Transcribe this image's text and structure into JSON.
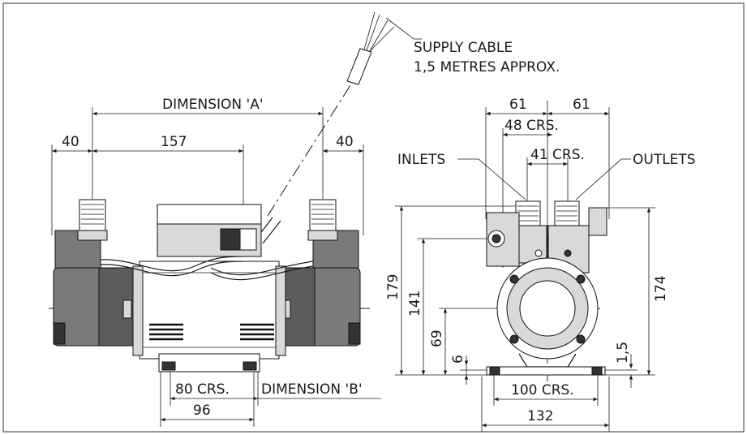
{
  "labels": {
    "supply_cable_line1": "SUPPLY CABLE",
    "supply_cable_line2": "1,5 METRES APPROX.",
    "dimension_a": "DIMENSION 'A'",
    "dimension_b": "DIMENSION 'B'",
    "inlets": "INLETS",
    "outlets": "OUTLETS"
  },
  "front_view": {
    "dim_left_40": "40",
    "dim_157": "157",
    "dim_right_40": "40",
    "dim_80_crs": "80 CRS.",
    "dim_96": "96"
  },
  "side_view": {
    "dim_61_left": "61",
    "dim_61_right": "61",
    "dim_48_crs": "48 CRS.",
    "dim_41_crs": "41 CRS.",
    "dim_179": "179",
    "dim_141": "141",
    "dim_69": "69",
    "dim_6": "6",
    "dim_174": "174",
    "dim_1_5": "1,5",
    "dim_100_crs": "100 CRS.",
    "dim_132": "132"
  }
}
